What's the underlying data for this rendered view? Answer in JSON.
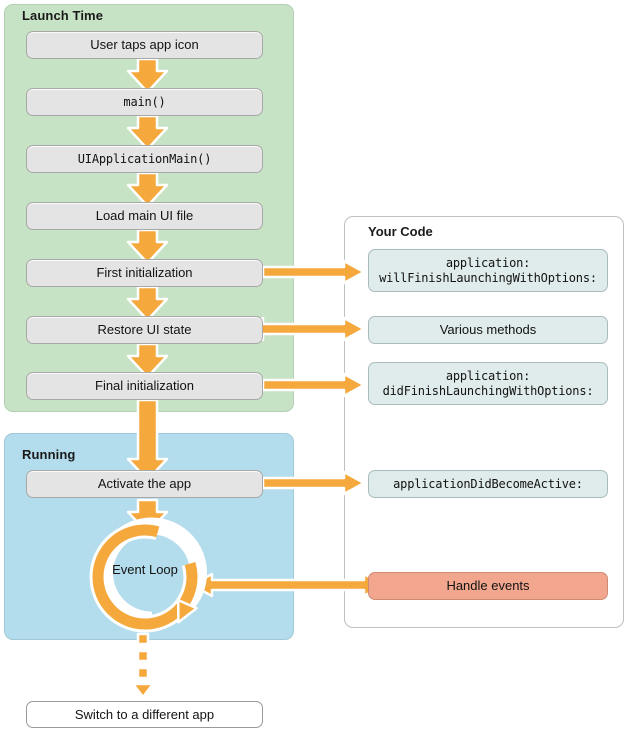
{
  "diagram": {
    "title": "App launch and run lifecycle",
    "colors": {
      "launch_panel": "#c7e3c5",
      "running_panel": "#b3dcec",
      "arrow": "#f5a83c",
      "node_gray": "#e4e4e4",
      "node_code": "#e0ebeb",
      "node_event": "#f2a68d",
      "node_white": "#ffffff"
    }
  },
  "phases": {
    "launch": {
      "label": "Launch Time"
    },
    "running": {
      "label": "Running"
    }
  },
  "code_panel": {
    "label": "Your Code"
  },
  "launch_steps": [
    {
      "label": "User taps app icon"
    },
    {
      "label": "main()"
    },
    {
      "label": "UIApplicationMain()"
    },
    {
      "label": "Load main UI file"
    },
    {
      "label": "First initialization"
    },
    {
      "label": "Restore UI state"
    },
    {
      "label": "Final initialization"
    }
  ],
  "running_steps": [
    {
      "label": "Activate the app"
    }
  ],
  "event_loop": {
    "line1": "Event",
    "line2": "Loop"
  },
  "code_items": [
    {
      "line1": "application:",
      "line2": "willFinishLaunchingWithOptions:"
    },
    {
      "line1": "Various methods",
      "line2": ""
    },
    {
      "line1": "application:",
      "line2": "didFinishLaunchingWithOptions:"
    },
    {
      "line1": "applicationDidBecomeActive:",
      "line2": ""
    },
    {
      "line1": "Handle events",
      "line2": ""
    }
  ],
  "exit_step": {
    "label": "Switch to a different app"
  }
}
